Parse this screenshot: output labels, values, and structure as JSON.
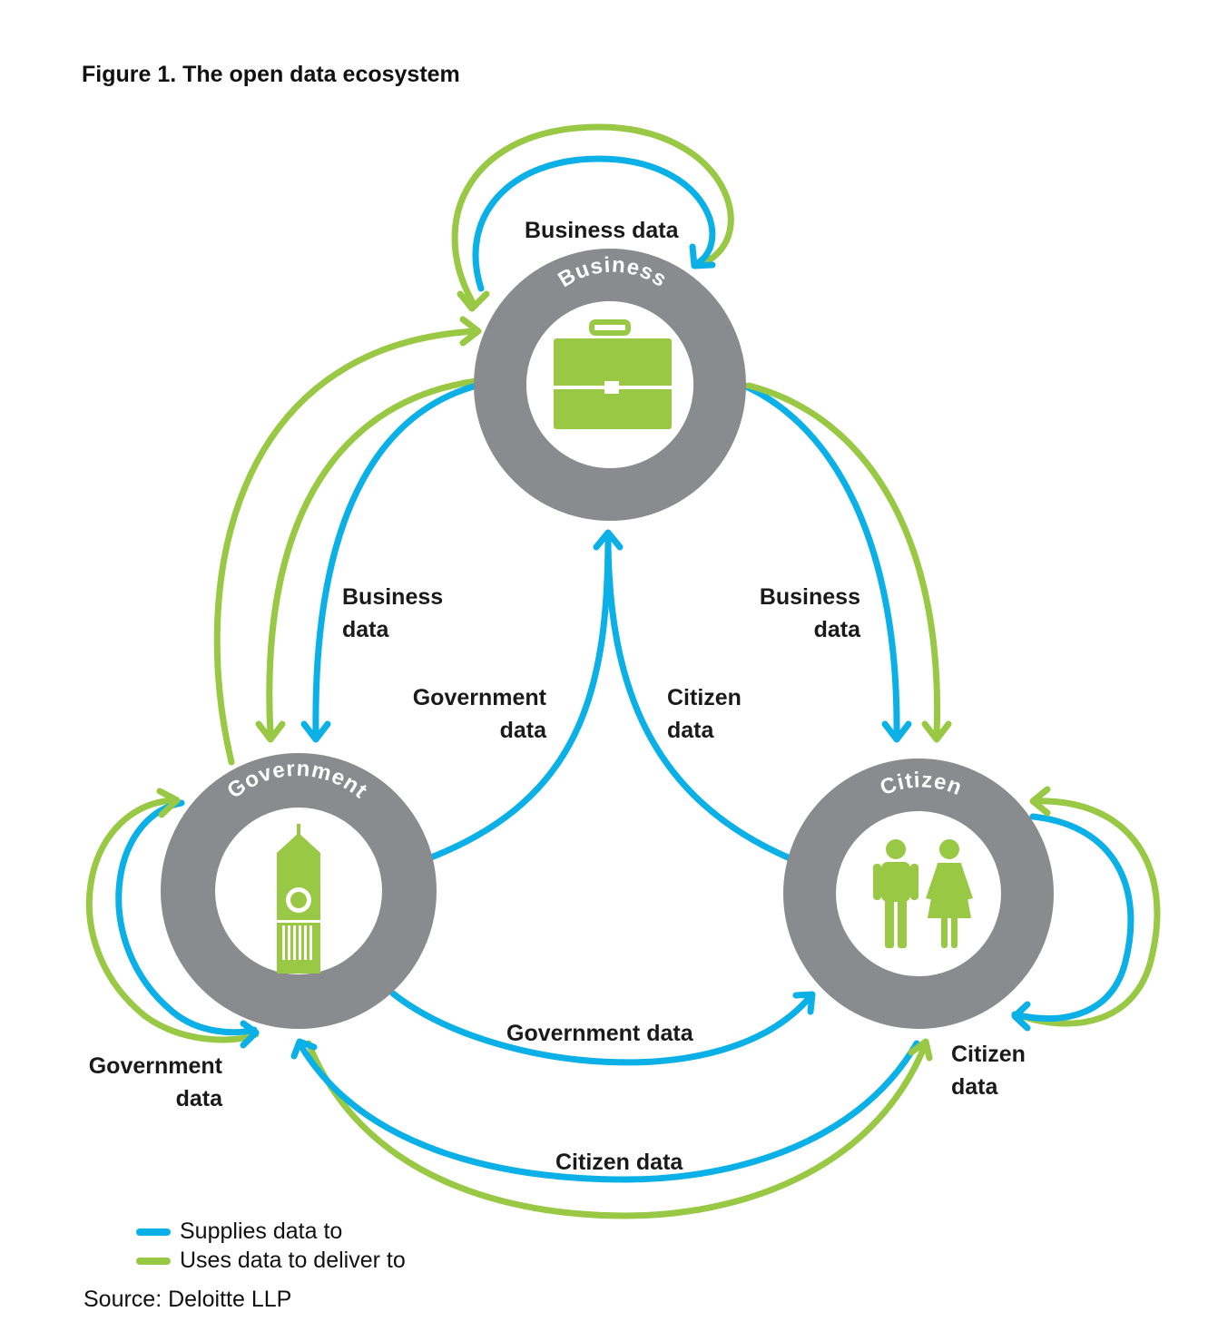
{
  "title": "Figure 1. The open data ecosystem",
  "colors": {
    "supplies": "#0ab0e6",
    "uses": "#98c844",
    "ring": "#8a8b8e",
    "icon": "#98c844"
  },
  "nodes": {
    "business": {
      "label": "Business",
      "icon": "briefcase-icon"
    },
    "government": {
      "label": "Government",
      "icon": "clock-tower-icon"
    },
    "citizen": {
      "label": "Citizen",
      "icon": "people-icon"
    }
  },
  "labels": {
    "business_self": "Business data",
    "business_to_gov_1": "Business",
    "business_to_gov_2": "data",
    "business_to_cit_1": "Business",
    "business_to_cit_2": "data",
    "gov_to_bus_1": "Government",
    "gov_to_bus_2": "data",
    "cit_to_bus_1": "Citizen",
    "cit_to_bus_2": "data",
    "gov_to_cit": "Government data",
    "gov_self_1": "Government",
    "gov_self_2": "data",
    "cit_self_1": "Citizen",
    "cit_self_2": "data",
    "cit_to_gov": "Citizen data"
  },
  "legend": {
    "supplies": "Supplies data to",
    "uses": "Uses data to deliver to"
  },
  "source": "Source: Deloitte LLP"
}
